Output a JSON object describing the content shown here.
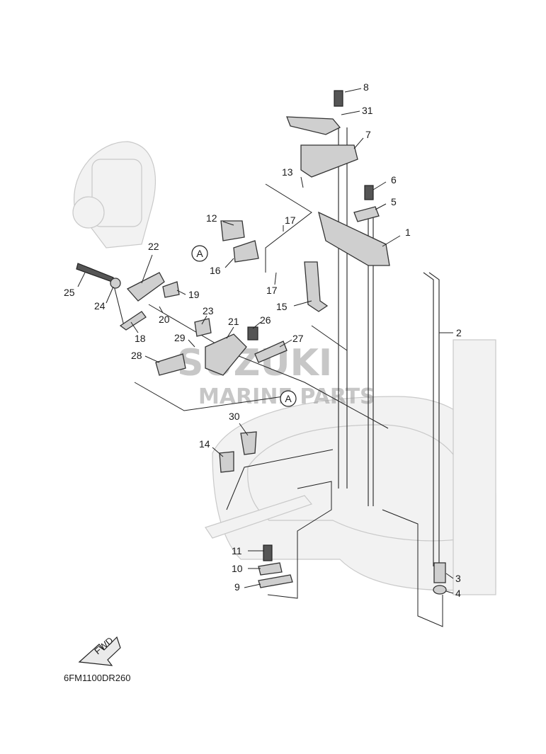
{
  "diagram_code": "6FM1100DR260",
  "fwd_label": "FWD",
  "ref_marker": "A",
  "watermark": {
    "brand": "SUZUKI",
    "sub": "MARINE PARTS"
  },
  "callouts": [
    "1",
    "2",
    "3",
    "4",
    "5",
    "6",
    "7",
    "8",
    "9",
    "10",
    "11",
    "12",
    "13",
    "14",
    "15",
    "16",
    "17",
    "18",
    "19",
    "20",
    "21",
    "22",
    "23",
    "24",
    "25",
    "26",
    "27",
    "28",
    "29",
    "30",
    "31"
  ],
  "callout_17_repeat": "17"
}
